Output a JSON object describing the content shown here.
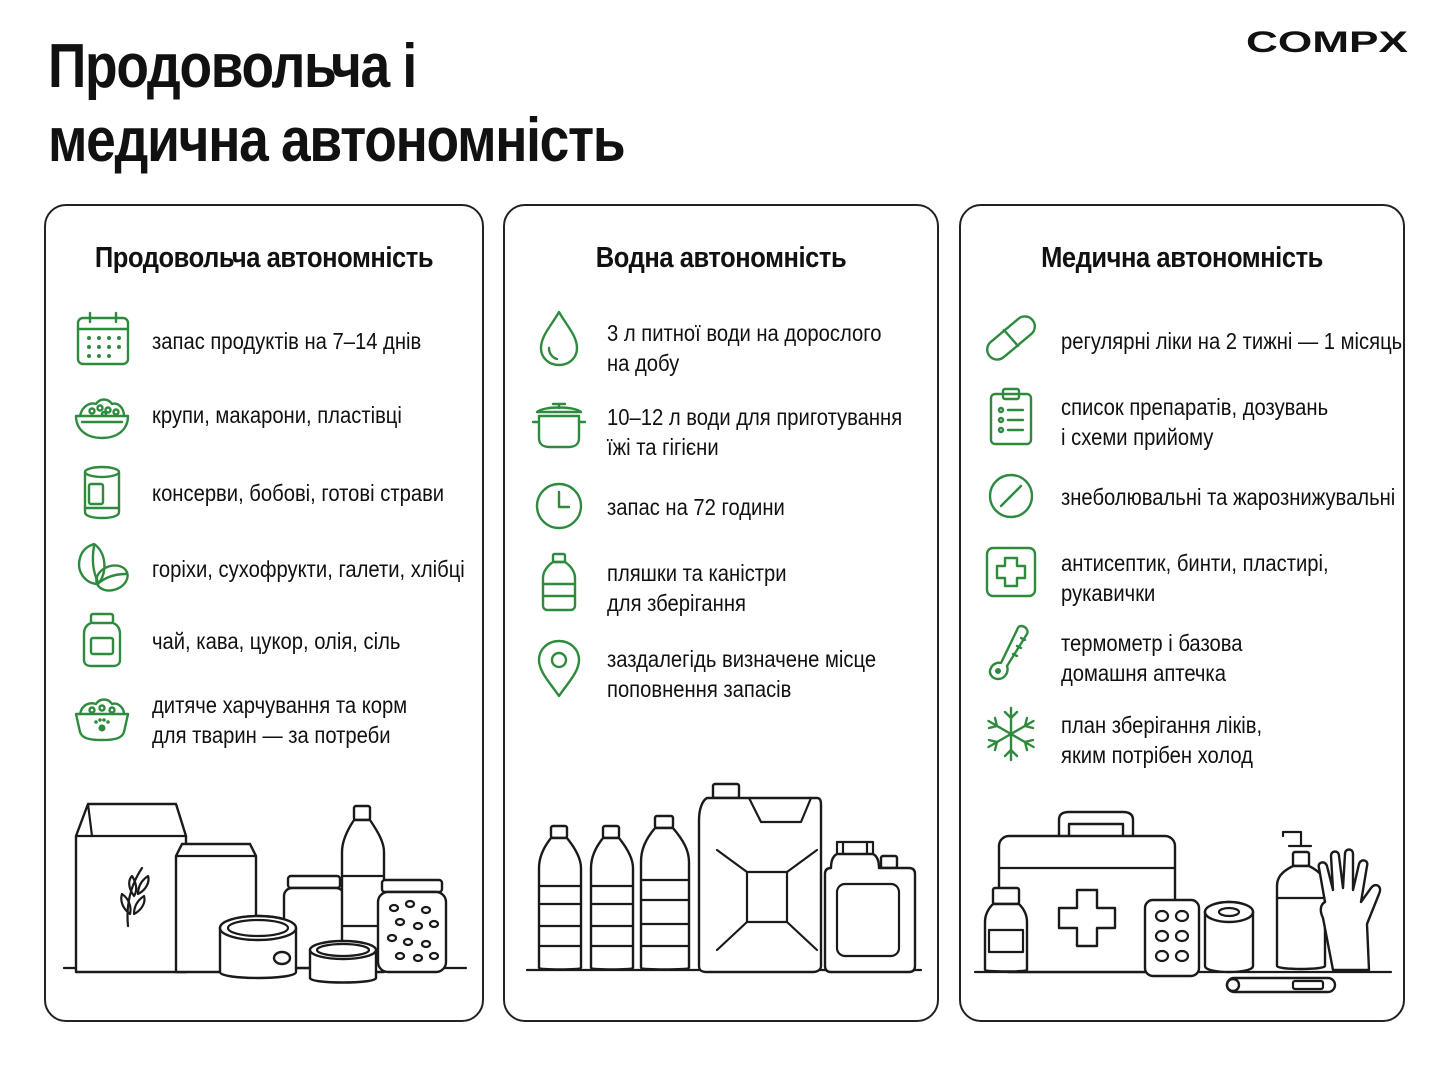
{
  "header": {
    "title_line1": "Продовольча і",
    "title_line2": "медична автономність",
    "logo_text": "COMPX"
  },
  "colors": {
    "accent": "#2e8b3e",
    "outline": "#1a1a1a"
  },
  "cards": [
    {
      "title": "Продовольча автономність",
      "items": [
        {
          "icon": "calendar-icon",
          "lines": [
            "запас продуктів на 7–14 днів"
          ]
        },
        {
          "icon": "bowl-grains-icon",
          "lines": [
            "крупи, макарони, пластівці"
          ]
        },
        {
          "icon": "canned-food-icon",
          "lines": [
            "консерви, бобові, готові страви"
          ]
        },
        {
          "icon": "nuts-icon",
          "lines": [
            "горіхи, сухофрукти, галети, хлібці"
          ]
        },
        {
          "icon": "jar-icon",
          "lines": [
            "чай, кава, цукор, олія, сіль"
          ]
        },
        {
          "icon": "pet-food-bowl-icon",
          "lines": [
            "дитяче харчування та корм",
            "для тварин — за потреби"
          ]
        }
      ]
    },
    {
      "title": "Водна автономність",
      "items": [
        {
          "icon": "water-drop-icon",
          "lines": [
            "3 л питної води на дорослого",
            "на добу"
          ]
        },
        {
          "icon": "cooking-pot-icon",
          "lines": [
            "10–12 л води для приготування",
            "їжі та гігієни"
          ]
        },
        {
          "icon": "clock-icon",
          "lines": [
            "запас на 72 години"
          ]
        },
        {
          "icon": "bottle-icon",
          "lines": [
            "пляшки та каністри",
            "для зберігання"
          ]
        },
        {
          "icon": "location-pin-icon",
          "lines": [
            "заздалегідь визначене місце",
            "поповнення запасів"
          ]
        }
      ]
    },
    {
      "title": "Медична автономність",
      "items": [
        {
          "icon": "pill-capsule-icon",
          "lines": [
            "регулярні ліки на 2 тижні — 1 місяць"
          ]
        },
        {
          "icon": "clipboard-list-icon",
          "lines": [
            "список препаратів, дозувань",
            "і схеми прийому"
          ]
        },
        {
          "icon": "tablet-icon",
          "lines": [
            "знеболювальні та жарознижувальні"
          ]
        },
        {
          "icon": "first-aid-cross-icon",
          "lines": [
            "антисептик, бинти, пластирі,",
            "рукавички"
          ]
        },
        {
          "icon": "thermometer-icon",
          "lines": [
            "термометр і базова",
            "домашня аптечка"
          ]
        },
        {
          "icon": "snowflake-icon",
          "lines": [
            "план зберігання ліків,",
            "яким потрібен холод"
          ]
        }
      ]
    }
  ]
}
